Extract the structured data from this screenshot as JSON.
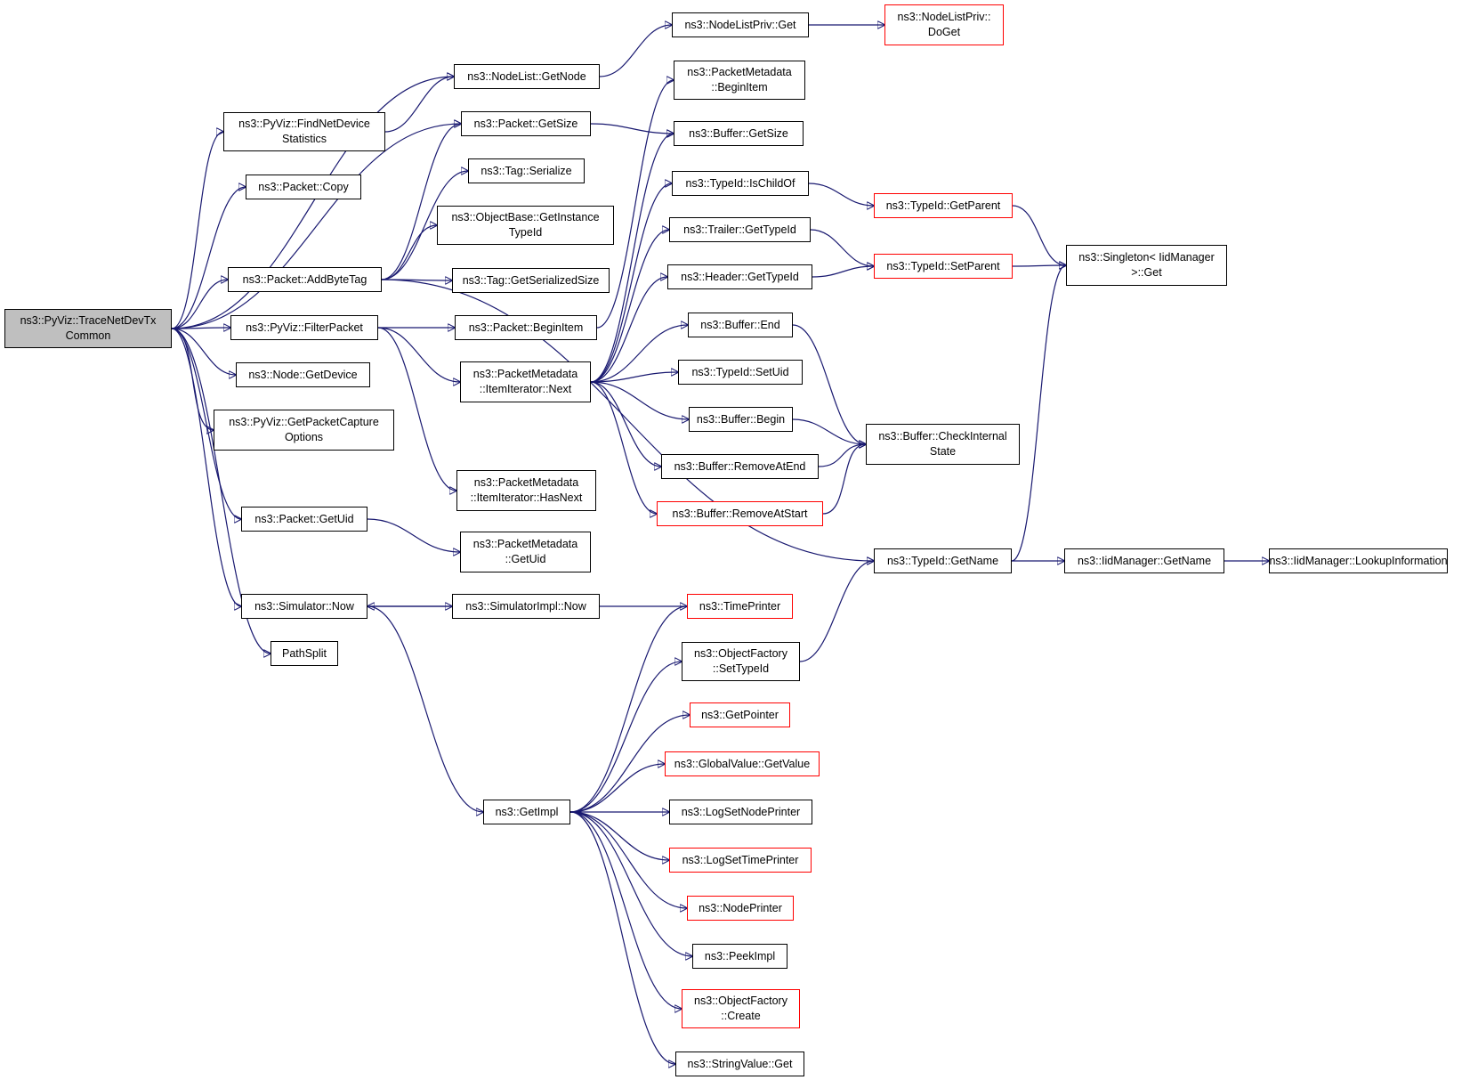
{
  "colors": {
    "edge": "#191970",
    "node_border": "#000000",
    "truncated_border": "#ff0000",
    "root_fill": "#bfbfbf"
  },
  "nodes": {
    "root": {
      "label": "ns3::PyViz::TraceNetDevTx\nCommon",
      "truncated": false
    },
    "nodelist_getnode": {
      "label": "ns3::NodeList::GetNode",
      "truncated": false
    },
    "nodelistpriv_get": {
      "label": "ns3::NodeListPriv::Get",
      "truncated": false
    },
    "nodelistpriv_doget": {
      "label": "ns3::NodeListPriv::\nDoGet",
      "truncated": true
    },
    "pyviz_findnetdevice": {
      "label": "ns3::PyViz::FindNetDevice\nStatistics",
      "truncated": false
    },
    "packet_getsize": {
      "label": "ns3::Packet::GetSize",
      "truncated": false
    },
    "packetmetadata_beginitem": {
      "label": "ns3::PacketMetadata\n::BeginItem",
      "truncated": false
    },
    "buffer_getsize": {
      "label": "ns3::Buffer::GetSize",
      "truncated": false
    },
    "packet_copy": {
      "label": "ns3::Packet::Copy",
      "truncated": false
    },
    "tag_serialize": {
      "label": "ns3::Tag::Serialize",
      "truncated": false
    },
    "typeid_ischildof": {
      "label": "ns3::TypeId::IsChildOf",
      "truncated": false
    },
    "typeid_getparent": {
      "label": "ns3::TypeId::GetParent",
      "truncated": true
    },
    "objectbase_getinstancetypeid": {
      "label": "ns3::ObjectBase::GetInstance\nTypeId",
      "truncated": false
    },
    "trailer_gettypeid": {
      "label": "ns3::Trailer::GetTypeId",
      "truncated": false
    },
    "singleton_get": {
      "label": "ns3::Singleton< IidManager\n>::Get",
      "truncated": false
    },
    "typeid_setparent": {
      "label": "ns3::TypeId::SetParent",
      "truncated": true
    },
    "packet_addbytetag": {
      "label": "ns3::Packet::AddByteTag",
      "truncated": false
    },
    "tag_getserializedsize": {
      "label": "ns3::Tag::GetSerializedSize",
      "truncated": false
    },
    "header_gettypeid": {
      "label": "ns3::Header::GetTypeId",
      "truncated": false
    },
    "buffer_end": {
      "label": "ns3::Buffer::End",
      "truncated": false
    },
    "pyviz_filterpacket": {
      "label": "ns3::PyViz::FilterPacket",
      "truncated": false
    },
    "packet_beginitem": {
      "label": "ns3::Packet::BeginItem",
      "truncated": false
    },
    "itemiterator_next": {
      "label": "ns3::PacketMetadata\n::ItemIterator::Next",
      "truncated": false
    },
    "typeid_setuid": {
      "label": "ns3::TypeId::SetUid",
      "truncated": false
    },
    "node_getdevice": {
      "label": "ns3::Node::GetDevice",
      "truncated": false
    },
    "buffer_begin": {
      "label": "ns3::Buffer::Begin",
      "truncated": false
    },
    "pyviz_getpacketcapture": {
      "label": "ns3::PyViz::GetPacketCapture\nOptions",
      "truncated": false
    },
    "buffer_checkinternalstate": {
      "label": "ns3::Buffer::CheckInternal\nState",
      "truncated": false
    },
    "buffer_removeatend": {
      "label": "ns3::Buffer::RemoveAtEnd",
      "truncated": false
    },
    "itemiterator_hasnext": {
      "label": "ns3::PacketMetadata\n::ItemIterator::HasNext",
      "truncated": false
    },
    "buffer_removeatstart": {
      "label": "ns3::Buffer::RemoveAtStart",
      "truncated": true
    },
    "packet_getuid": {
      "label": "ns3::Packet::GetUid",
      "truncated": false
    },
    "packetmetadata_getuid": {
      "label": "ns3::PacketMetadata\n::GetUid",
      "truncated": false
    },
    "typeid_getname": {
      "label": "ns3::TypeId::GetName",
      "truncated": false
    },
    "iidmanager_getname": {
      "label": "ns3::IidManager::GetName",
      "truncated": false
    },
    "iidmanager_lookupinformation": {
      "label": "ns3::IidManager::LookupInformation",
      "truncated": false
    },
    "simulator_now": {
      "label": "ns3::Simulator::Now",
      "truncated": false
    },
    "simulatorimpl_now": {
      "label": "ns3::SimulatorImpl::Now",
      "truncated": false
    },
    "timeprinter": {
      "label": "ns3::TimePrinter",
      "truncated": true
    },
    "objectfactory_settypeid": {
      "label": "ns3::ObjectFactory\n::SetTypeId",
      "truncated": false
    },
    "pathsplit": {
      "label": "PathSplit",
      "truncated": false
    },
    "getpointer": {
      "label": "ns3::GetPointer",
      "truncated": true
    },
    "globalvalue_getvalue": {
      "label": "ns3::GlobalValue::GetValue",
      "truncated": true
    },
    "getimpl": {
      "label": "ns3::GetImpl",
      "truncated": false
    },
    "logsetnodeprinter": {
      "label": "ns3::LogSetNodePrinter",
      "truncated": false
    },
    "logsettimeprinter": {
      "label": "ns3::LogSetTimePrinter",
      "truncated": true
    },
    "nodeprinter": {
      "label": "ns3::NodePrinter",
      "truncated": true
    },
    "peekimpl": {
      "label": "ns3::PeekImpl",
      "truncated": false
    },
    "objectfactory_create": {
      "label": "ns3::ObjectFactory\n::Create",
      "truncated": true
    },
    "stringvalue_get": {
      "label": "ns3::StringValue::Get",
      "truncated": false
    }
  },
  "edges": [
    [
      "root",
      "nodelist_getnode"
    ],
    [
      "root",
      "pyviz_findnetdevice"
    ],
    [
      "root",
      "packet_copy"
    ],
    [
      "root",
      "packet_getsize"
    ],
    [
      "root",
      "packet_addbytetag"
    ],
    [
      "root",
      "pyviz_filterpacket"
    ],
    [
      "root",
      "node_getdevice"
    ],
    [
      "root",
      "pyviz_getpacketcapture"
    ],
    [
      "root",
      "packet_getuid"
    ],
    [
      "root",
      "simulator_now"
    ],
    [
      "root",
      "pathsplit"
    ],
    [
      "nodelist_getnode",
      "nodelistpriv_get"
    ],
    [
      "nodelistpriv_get",
      "nodelistpriv_doget"
    ],
    [
      "pyviz_findnetdevice",
      "nodelist_getnode"
    ],
    [
      "packet_getsize",
      "buffer_getsize"
    ],
    [
      "packet_addbytetag",
      "packet_getsize"
    ],
    [
      "packet_addbytetag",
      "tag_serialize"
    ],
    [
      "packet_addbytetag",
      "objectbase_getinstancetypeid"
    ],
    [
      "packet_addbytetag",
      "tag_getserializedsize"
    ],
    [
      "packet_addbytetag",
      "typeid_getname"
    ],
    [
      "pyviz_filterpacket",
      "packet_beginitem"
    ],
    [
      "pyviz_filterpacket",
      "itemiterator_next"
    ],
    [
      "pyviz_filterpacket",
      "itemiterator_hasnext"
    ],
    [
      "packet_beginitem",
      "packetmetadata_beginitem"
    ],
    [
      "itemiterator_next",
      "buffer_getsize"
    ],
    [
      "itemiterator_next",
      "typeid_ischildof"
    ],
    [
      "itemiterator_next",
      "trailer_gettypeid"
    ],
    [
      "itemiterator_next",
      "header_gettypeid"
    ],
    [
      "itemiterator_next",
      "buffer_end"
    ],
    [
      "itemiterator_next",
      "typeid_setuid"
    ],
    [
      "itemiterator_next",
      "buffer_begin"
    ],
    [
      "itemiterator_next",
      "buffer_removeatend"
    ],
    [
      "itemiterator_next",
      "buffer_removeatstart"
    ],
    [
      "typeid_ischildof",
      "typeid_getparent"
    ],
    [
      "typeid_getparent",
      "singleton_get"
    ],
    [
      "trailer_gettypeid",
      "typeid_setparent"
    ],
    [
      "header_gettypeid",
      "typeid_setparent"
    ],
    [
      "typeid_setparent",
      "singleton_get"
    ],
    [
      "buffer_end",
      "buffer_checkinternalstate"
    ],
    [
      "buffer_begin",
      "buffer_checkinternalstate"
    ],
    [
      "buffer_removeatend",
      "buffer_checkinternalstate"
    ],
    [
      "buffer_removeatstart",
      "buffer_checkinternalstate"
    ],
    [
      "packet_getuid",
      "packetmetadata_getuid"
    ],
    [
      "typeid_getname",
      "iidmanager_getname"
    ],
    [
      "typeid_getname",
      "singleton_get"
    ],
    [
      "iidmanager_getname",
      "iidmanager_lookupinformation"
    ],
    [
      "simulator_now",
      "simulatorimpl_now"
    ],
    [
      "simulator_now",
      "getimpl"
    ],
    [
      "timeprinter",
      "simulator_now"
    ],
    [
      "objectfactory_settypeid",
      "typeid_getname"
    ],
    [
      "getimpl",
      "timeprinter"
    ],
    [
      "getimpl",
      "objectfactory_settypeid"
    ],
    [
      "getimpl",
      "getpointer"
    ],
    [
      "getimpl",
      "globalvalue_getvalue"
    ],
    [
      "getimpl",
      "logsetnodeprinter"
    ],
    [
      "getimpl",
      "logsettimeprinter"
    ],
    [
      "getimpl",
      "nodeprinter"
    ],
    [
      "getimpl",
      "peekimpl"
    ],
    [
      "getimpl",
      "objectfactory_create"
    ],
    [
      "getimpl",
      "stringvalue_get"
    ]
  ]
}
